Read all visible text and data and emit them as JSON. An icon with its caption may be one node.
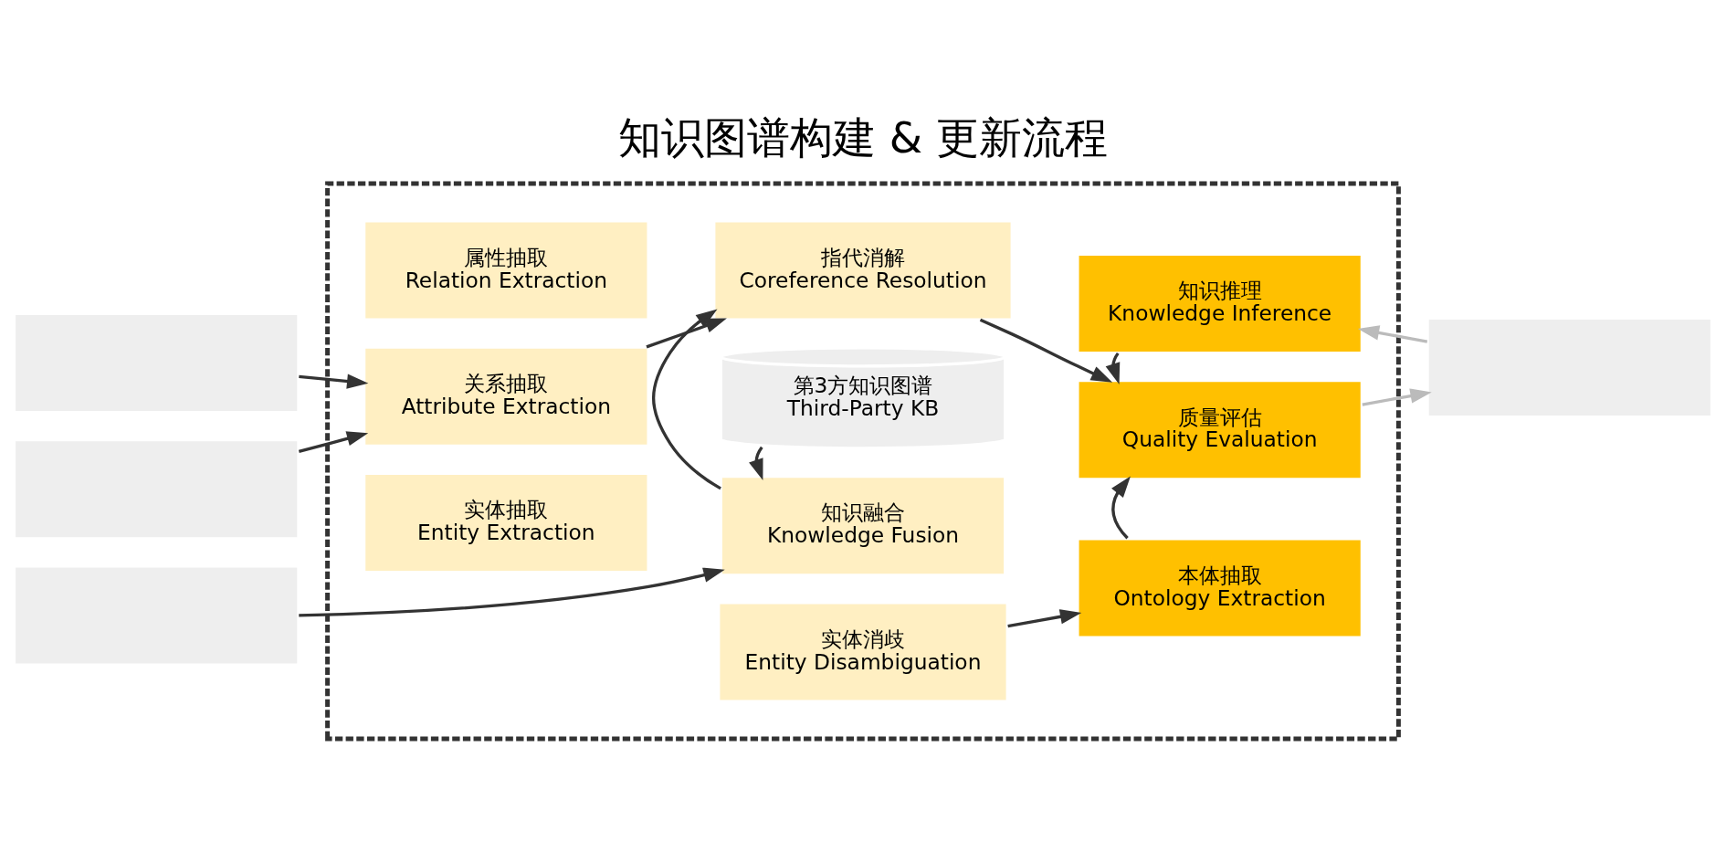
{
  "diagram": {
    "title": "知识图谱构建 & 更新流程",
    "nodes": [
      {
        "text": [],
        "shape": "box"
      },
      {
        "text": [],
        "shape": "box"
      },
      {
        "text": [],
        "shape": "box"
      },
      {
        "text": [],
        "shape": "box"
      },
      {
        "text": [
          "第3方知识图谱",
          "Third-Party KB"
        ],
        "in": 0
      },
      {
        "text": [
          "知识融合",
          "Knowledge Fusion"
        ],
        "in": 0
      },
      {
        "text": [
          "属性抽取",
          "Relation Extraction"
        ],
        "in": 0
      },
      {
        "text": [
          "关系抽取",
          "Attribute Extraction"
        ],
        "in": 0
      },
      {
        "text": [
          "实体抽取",
          "Entity Extraction"
        ],
        "in": 0
      },
      {
        "text": [
          "指代消解",
          "Coreference Resolution"
        ],
        "in": 0
      },
      {
        "text": [
          "实体消歧",
          "Entity Disambiguation"
        ],
        "in": 0
      },
      {
        "text": [
          "知识推理",
          "Knowledge Inference"
        ],
        "in": 0
      },
      {
        "text": [
          "质量评估",
          "Quality Evaluation"
        ],
        "in": 0
      },
      {
        "text": [
          "本体抽取",
          "Ontology Extraction"
        ],
        "in": 0
      },
      {
        "text": [],
        "shape": "box"
      }
    ],
    "edges": [
      {
        "from": 1,
        "to": 5,
        "arrow": "to"
      },
      {
        "from": 2,
        "to": 7,
        "arrow": "to"
      },
      {
        "from": 3,
        "to": 7,
        "arrow": "to"
      },
      {
        "from": 4,
        "to": 5,
        "arrow": "to"
      },
      {
        "from": 5,
        "to": 9,
        "arrow": "to"
      },
      {
        "from": 7,
        "to": 9,
        "arrow": "to"
      },
      {
        "from": 9,
        "to": 12,
        "arrow": "to"
      },
      {
        "from": 10,
        "to": 13,
        "arrow": "to"
      },
      {
        "from": 11,
        "to": 12,
        "arrow": "to"
      },
      {
        "from": 13,
        "to": 12,
        "arrow": "to"
      },
      {
        "from": 12,
        "to": 14,
        "arrow": "to",
        "color": "#bbbbbb"
      },
      {
        "from": 14,
        "to": 11,
        "arrow": "to",
        "color": "#bbbbbb"
      }
    ]
  }
}
